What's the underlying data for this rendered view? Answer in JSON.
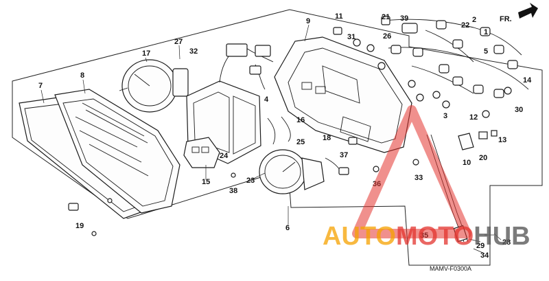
{
  "diagram": {
    "code": "MAMV-F0300A",
    "direction": "FR.",
    "callouts": [
      "1",
      "2",
      "3",
      "4",
      "5",
      "6",
      "7",
      "8",
      "9",
      "10",
      "11",
      "12",
      "13",
      "14",
      "15",
      "16",
      "17",
      "18",
      "19",
      "20",
      "21",
      "22",
      "23",
      "24",
      "25",
      "26",
      "27",
      "28",
      "29",
      "30",
      "31",
      "32",
      "33",
      "34",
      "35",
      "36",
      "37",
      "38",
      "39"
    ]
  },
  "watermark": {
    "word_a": "AUTO",
    "word_b": "MOTO",
    "word_c": "HUB",
    "colors": {
      "orange": "#f6a100",
      "red": "#e3342f",
      "gray": "#5a5a5a"
    }
  }
}
